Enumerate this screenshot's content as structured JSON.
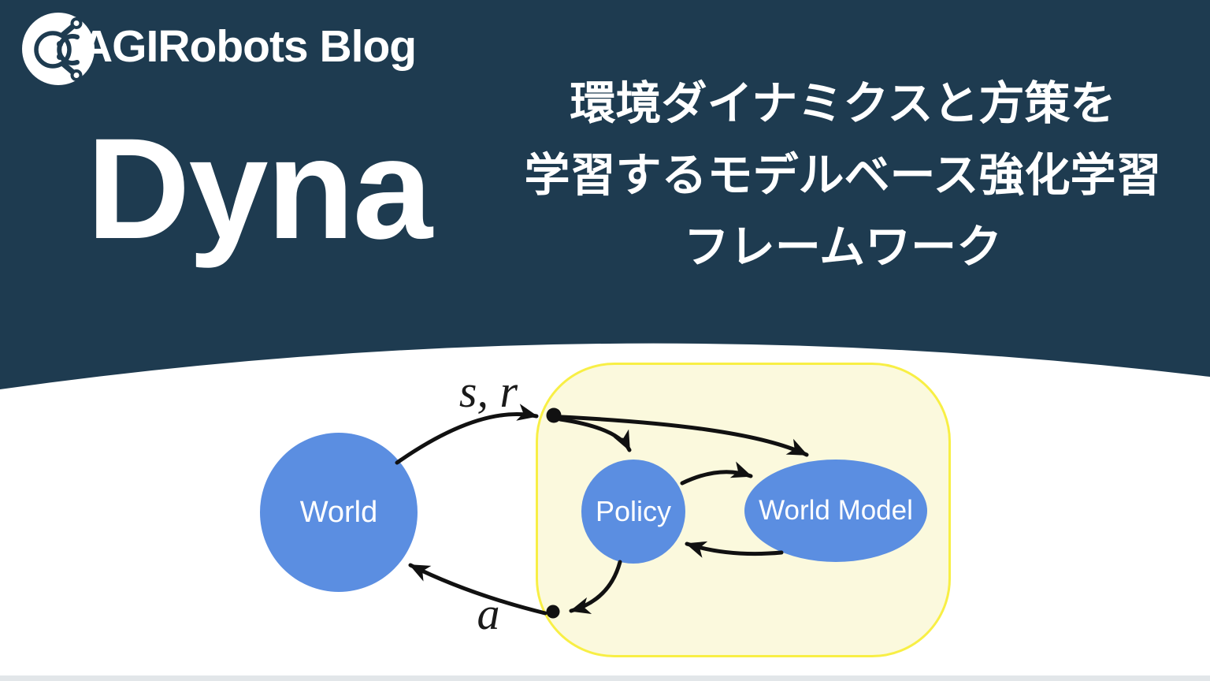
{
  "brand": {
    "name": "AGIRobots Blog"
  },
  "title": "Dyna",
  "subtitle_lines": [
    "環境ダイナミクスと方策を",
    "学習するモデルベース強化学習",
    "フレームワーク"
  ],
  "diagram": {
    "nodes": [
      {
        "id": "world",
        "label": "World"
      },
      {
        "id": "policy",
        "label": "Policy"
      },
      {
        "id": "world_model",
        "label": "World Model"
      }
    ],
    "edge_labels": {
      "state_reward": "s, r",
      "action": "a"
    },
    "edges": [
      {
        "from": "world",
        "to": "junction-top",
        "label": "s, r"
      },
      {
        "from": "junction-top",
        "to": "policy"
      },
      {
        "from": "junction-top",
        "to": "world_model"
      },
      {
        "from": "policy",
        "to": "world_model"
      },
      {
        "from": "world_model",
        "to": "policy"
      },
      {
        "from": "policy",
        "to": "junction-bottom"
      },
      {
        "from": "junction-bottom",
        "to": "world",
        "label": "a"
      }
    ]
  },
  "colors": {
    "header_bg": "#1e3b50",
    "node_fill": "#5b8ee1",
    "box_fill": "#fbf9dd",
    "box_border": "#f8ef45",
    "arrow_color": "#111111"
  }
}
